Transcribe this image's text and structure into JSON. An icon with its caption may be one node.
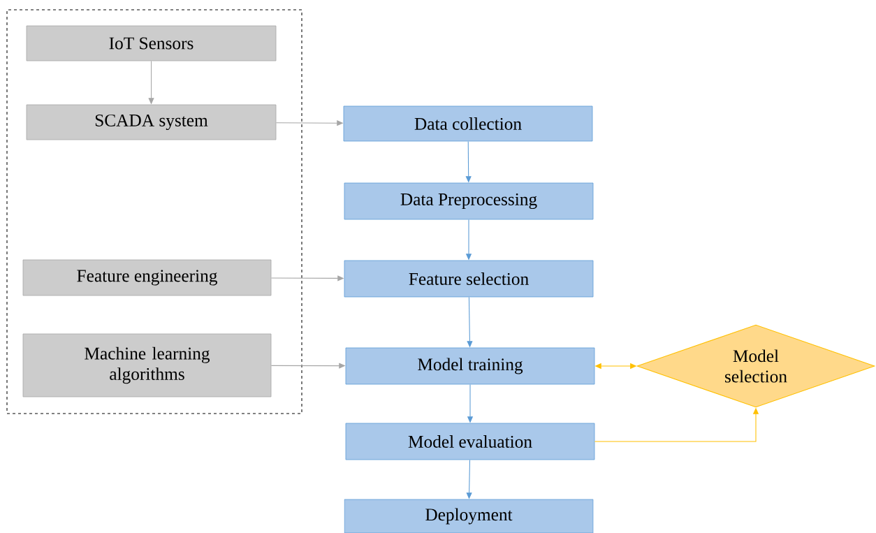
{
  "diagram": {
    "nodes": [
      {
        "text": [],
        "shape": "box"
      },
      {
        "text": [
          "IoT Sensors"
        ],
        "in": 0
      },
      {
        "text": [
          "SCADA system"
        ],
        "in": 0
      },
      {
        "text": [
          "Feature engineering"
        ],
        "in": 0
      },
      {
        "text": [
          "Machine learning algorithms"
        ],
        "in": 0
      },
      {
        "text": [
          "Data collection"
        ]
      },
      {
        "text": [
          "Data Preprocessing"
        ]
      },
      {
        "text": [
          "Feature selection"
        ]
      },
      {
        "text": [
          "Model training"
        ]
      },
      {
        "text": [
          "Model evaluation"
        ]
      },
      {
        "text": [
          "Deployment"
        ]
      },
      {
        "text": [
          "Model selection"
        ]
      }
    ],
    "edges": [
      {
        "from": 1,
        "to": 2,
        "arrow": "to",
        "color": "#a6a6a6"
      },
      {
        "from": 2,
        "to": 5,
        "arrow": "to",
        "color": "#a6a6a6"
      },
      {
        "from": 5,
        "to": 6,
        "arrow": "to"
      },
      {
        "from": 6,
        "to": 7,
        "arrow": "to"
      },
      {
        "from": 3,
        "to": 7,
        "arrow": "to",
        "color": "#a6a6a6"
      },
      {
        "from": 7,
        "to": 8,
        "arrow": "to"
      },
      {
        "from": 4,
        "to": 8,
        "arrow": "to",
        "color": "#a6a6a6"
      },
      {
        "from": 8,
        "to": 11,
        "arrow": "both",
        "color": "#ffc000"
      },
      {
        "from": 8,
        "to": 9,
        "arrow": "to"
      },
      {
        "from": 9,
        "to": 11,
        "arrow": "to",
        "color": "#ffc000"
      },
      {
        "from": 9,
        "to": 10,
        "arrow": "to"
      }
    ]
  }
}
